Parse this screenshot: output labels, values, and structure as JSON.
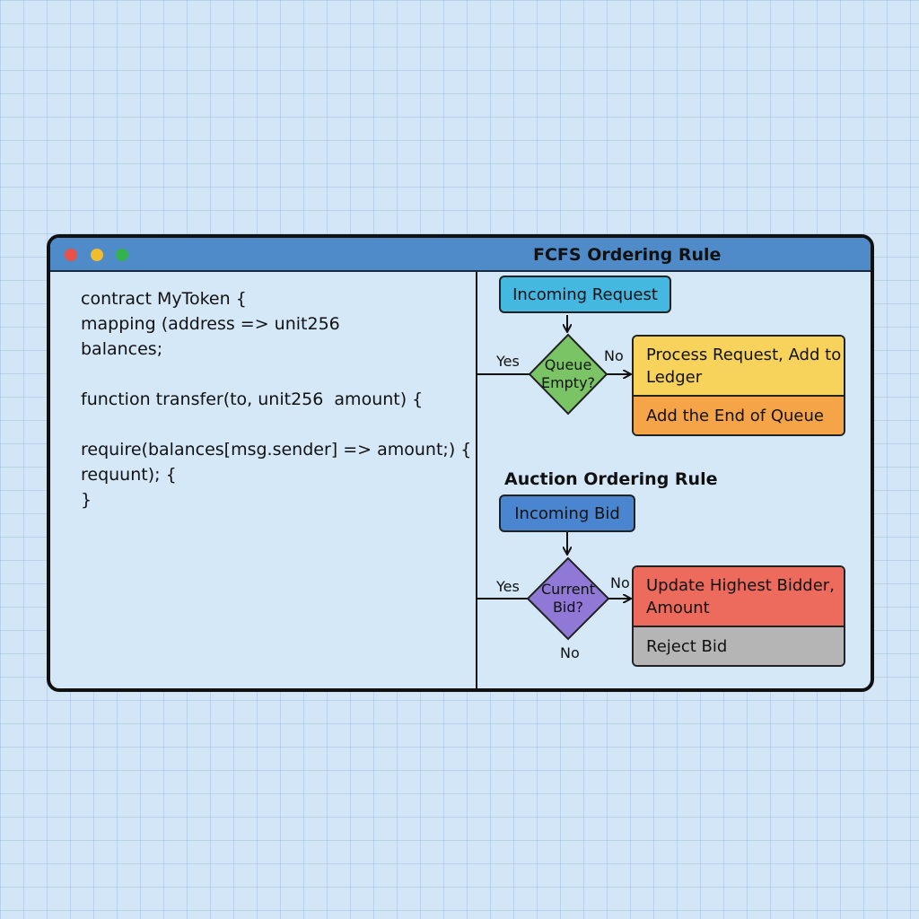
{
  "window": {
    "title": "FCFS Ordering Rule"
  },
  "code": {
    "lines": [
      "contract MyToken {",
      "mapping (address => unit256",
      "balances;",
      "",
      "function transfer(to, unit256  amount) {",
      "",
      "require(balances[msg.sender] => amount;) {",
      "requunt); {",
      "}"
    ]
  },
  "fcfs": {
    "start": "Incoming Request",
    "decision": "Queue Empty?",
    "yes_label": "Yes",
    "no_label": "No",
    "action_primary": "Process Request, Add to Ledger",
    "action_secondary": "Add the End of Queue"
  },
  "auction": {
    "title": "Auction Ordering Rule",
    "start": "Incoming Bid",
    "decision": "Current Bid?",
    "yes_label": "Yes",
    "no_label_right": "No",
    "no_label_bottom": "No",
    "action_primary": "Update Highest Bidder, Amount",
    "action_secondary": "Reject Bid"
  },
  "colors": {
    "titlebar": "#4f8bc9",
    "request_box": "#45b8e2",
    "queue_diamond": "#7bc466",
    "process_box": "#f8d35b",
    "queue_box": "#f5a447",
    "bid_box": "#4a86d0",
    "bid_diamond": "#8f78d6",
    "update_box": "#ec6b5d",
    "reject_box": "#b5b5b5"
  }
}
